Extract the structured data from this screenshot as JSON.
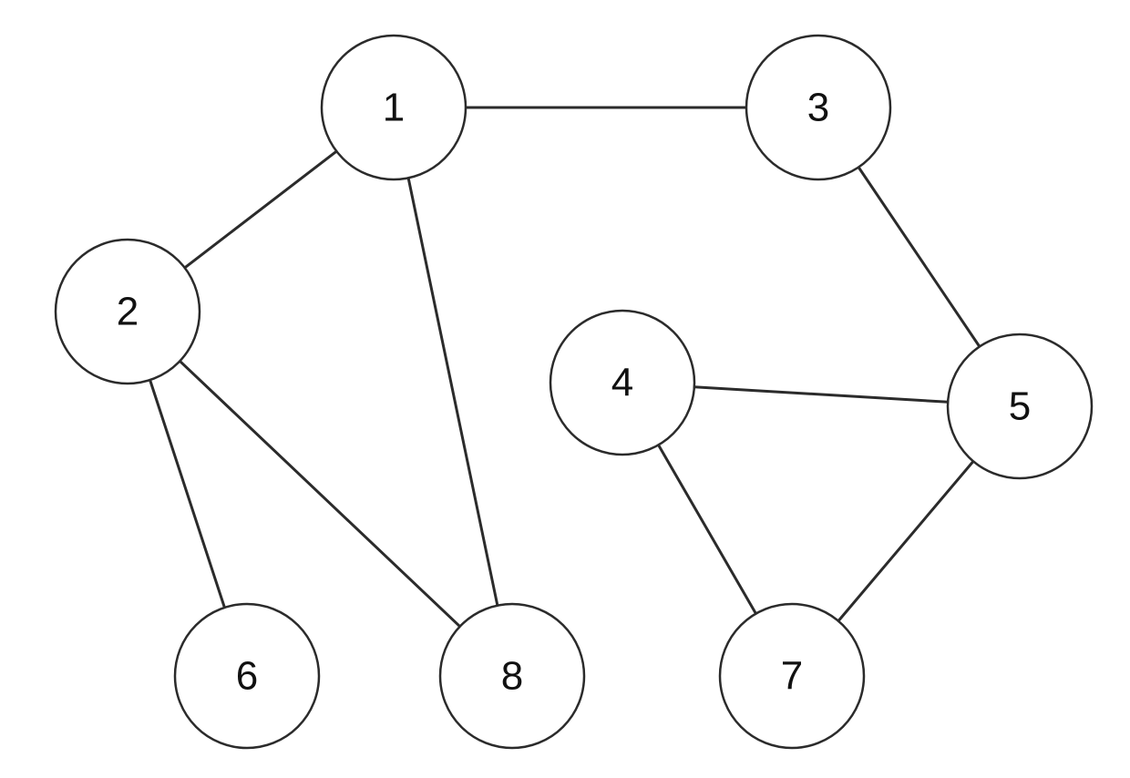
{
  "graph": {
    "nodes": [
      {
        "id": "n1",
        "label": "1"
      },
      {
        "id": "n2",
        "label": "2"
      },
      {
        "id": "n3",
        "label": "3"
      },
      {
        "id": "n4",
        "label": "4"
      },
      {
        "id": "n5",
        "label": "5"
      },
      {
        "id": "n6",
        "label": "6"
      },
      {
        "id": "n7",
        "label": "7"
      },
      {
        "id": "n8",
        "label": "8"
      }
    ],
    "edges": [
      {
        "from": "1",
        "to": "3"
      },
      {
        "from": "1",
        "to": "2"
      },
      {
        "from": "1",
        "to": "8"
      },
      {
        "from": "3",
        "to": "5"
      },
      {
        "from": "2",
        "to": "6"
      },
      {
        "from": "2",
        "to": "8"
      },
      {
        "from": "4",
        "to": "5"
      },
      {
        "from": "4",
        "to": "7"
      },
      {
        "from": "5",
        "to": "7"
      }
    ]
  }
}
